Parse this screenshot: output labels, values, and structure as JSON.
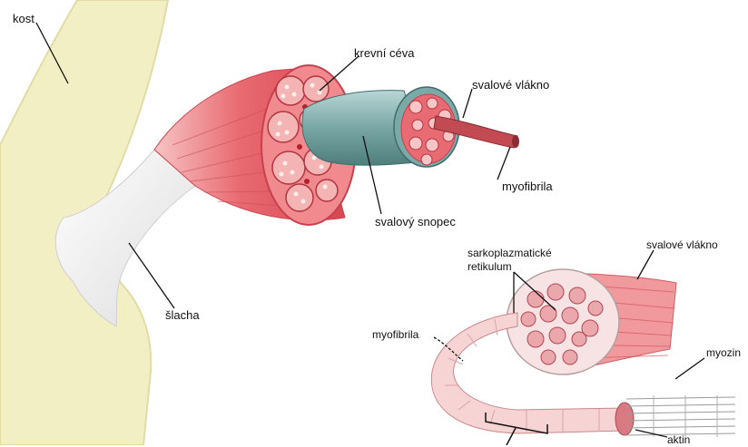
{
  "labels": {
    "kost": "kost",
    "krevni_ceva": "krevní céva",
    "svalove_vlakno_top": "svalové vlákno",
    "myofibrila_top": "myofibrila",
    "svalovy_snopec": "svalový snopec",
    "slacha": "šlacha",
    "sarkoplazmaticke_retikulum": "sarkoplazmatické\nretikulum",
    "svalove_vlakno_bottom": "svalové vlákno",
    "myofibrila_bottom": "myofibrila",
    "myozin": "myozin",
    "aktin": "aktin"
  },
  "colors": {
    "bone": "#f2eec0",
    "bone_edge": "#e4dca0",
    "tendon": "#e9e9e9",
    "muscle": "#e8606a",
    "muscle_light": "#f4a0a4",
    "fascicle": "#7aa9a8",
    "fascicle_dark": "#4f8280",
    "fiber": "#c8505a",
    "myofibril": "#f3c5c5"
  }
}
